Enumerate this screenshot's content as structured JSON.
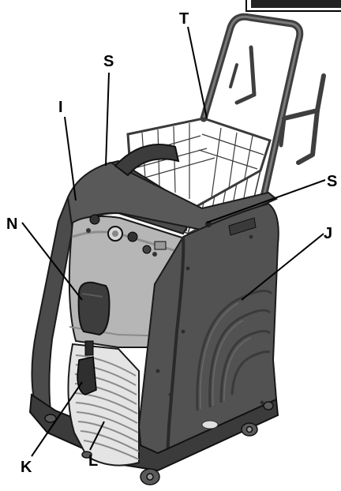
{
  "labels": {
    "T": "T",
    "S_top": "S",
    "S_right": "S",
    "I": "I",
    "N": "N",
    "J": "J",
    "K": "K",
    "L": "L"
  },
  "colors": {
    "body_dark": "#4a4a4a",
    "body_mid": "#6b6b6b",
    "panel_light": "#b9b9b9",
    "grille": "#e6e6e6",
    "line": "#000000"
  }
}
